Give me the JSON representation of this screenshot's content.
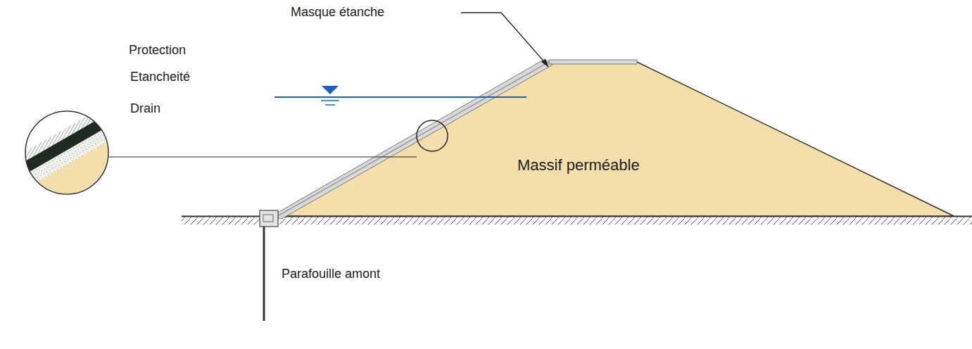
{
  "diagram": {
    "labels": [
      "Masque étanche",
      "Protection",
      "Etancheité",
      "Drain",
      "Massif perméable",
      "Parafouille amont"
    ]
  }
}
